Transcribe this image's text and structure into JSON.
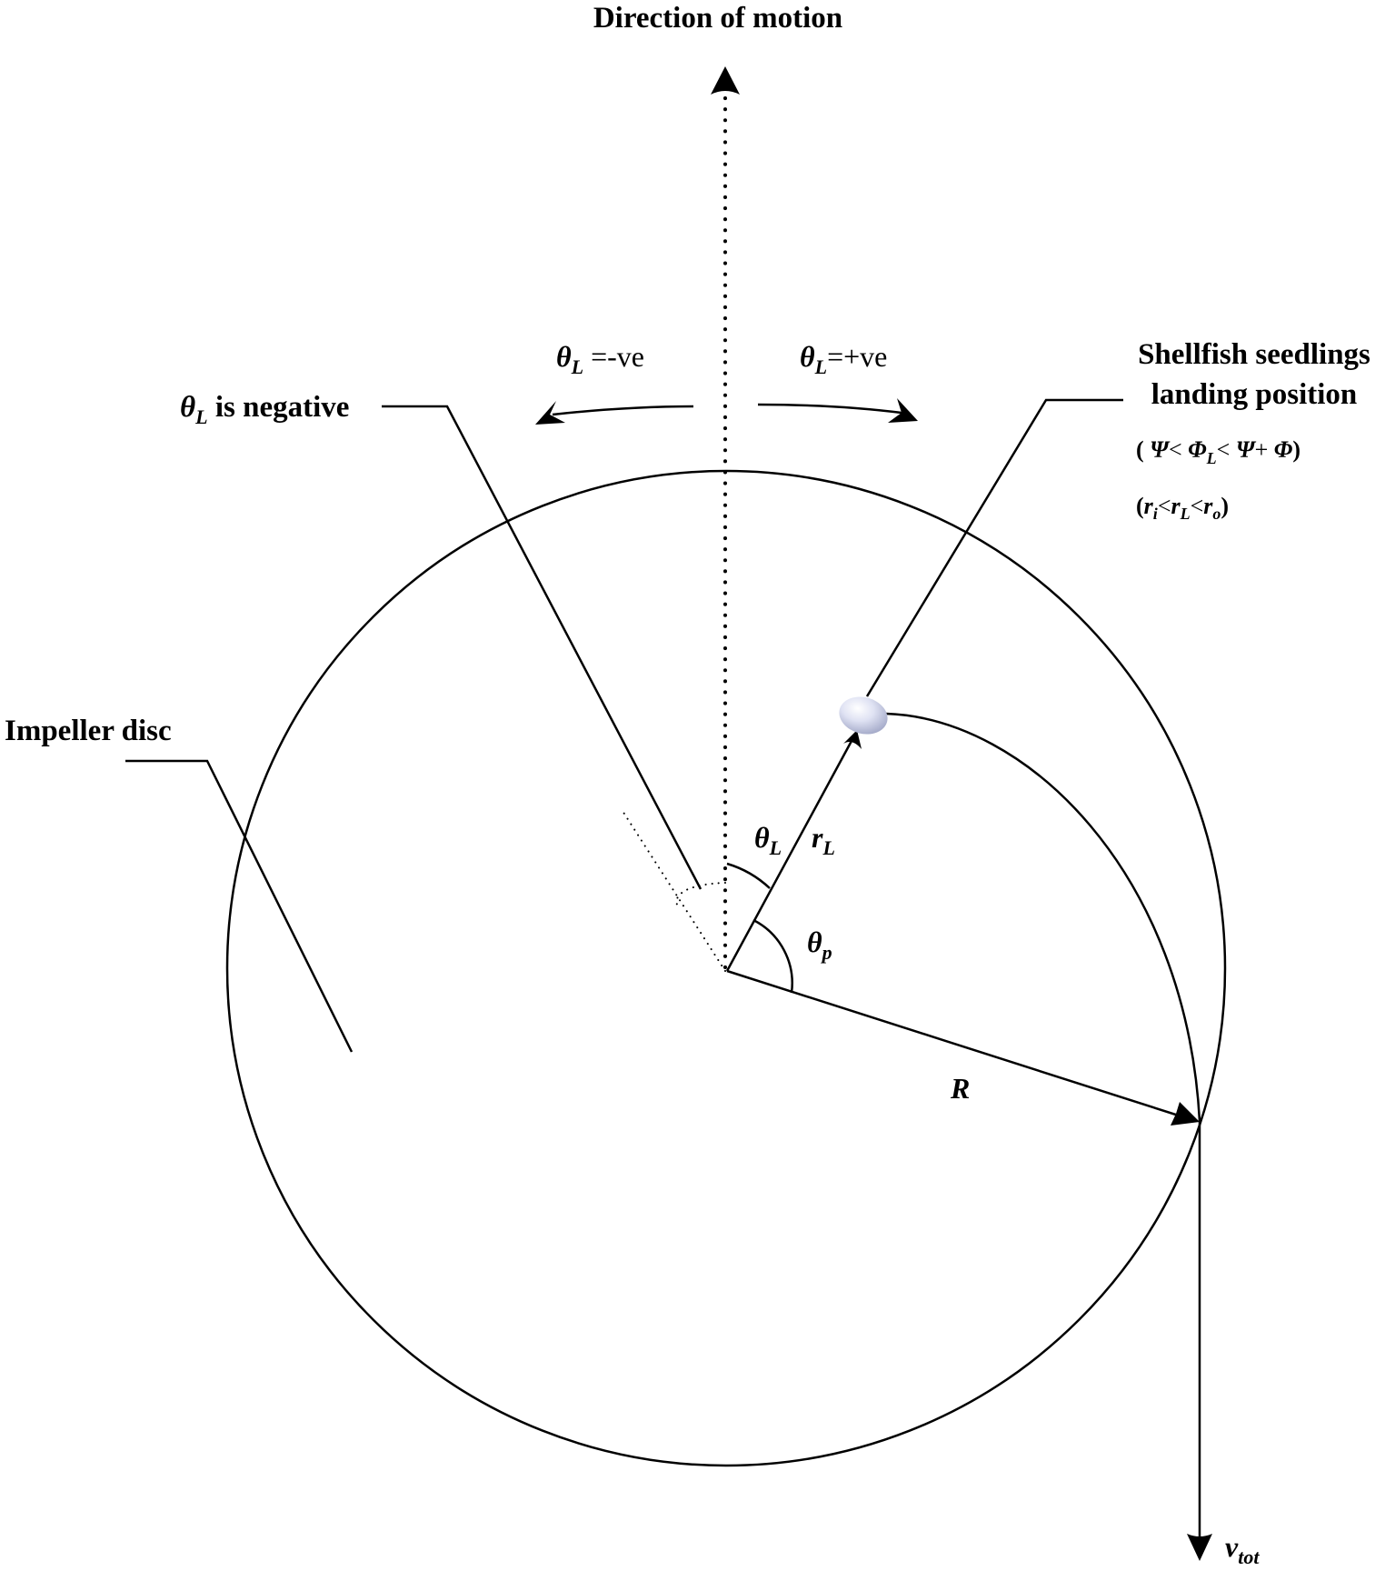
{
  "title": "Direction of motion",
  "labels": {
    "theta_neg": {
      "symbol": "θ",
      "sub": "L",
      "text": " =-ve"
    },
    "theta_pos": {
      "symbol": "θ",
      "sub": "L",
      "text": "=+ve"
    },
    "theta_is_negative": {
      "symbol": "θ",
      "sub": "L",
      "text": " is negative"
    },
    "impeller_disc": "Impeller disc",
    "shellfish_line1": "Shellfish seedlings",
    "shellfish_line2": "landing position",
    "condition_angle": {
      "open": "( ",
      "psi1": "Ψ",
      "lt1": "< ",
      "phi": "Φ",
      "phi_sub": "L",
      "lt2": "< ",
      "psi2": "Ψ",
      "plus": "+ ",
      "phi2": "Φ",
      "close": ")"
    },
    "condition_radius": {
      "open": "(",
      "r1": "r",
      "r1_sub": "i",
      "lt1": "<",
      "r2": "r",
      "r2_sub": "L",
      "lt2": "<",
      "r3": "r",
      "r3_sub": "o",
      "close": ")"
    },
    "theta_L": {
      "symbol": "θ",
      "sub": "L"
    },
    "r_L": {
      "symbol": "r",
      "sub": "L"
    },
    "theta_p": {
      "symbol": "θ",
      "sub": "p"
    },
    "R": "R",
    "v_tot": {
      "symbol": "v",
      "sub": "tot"
    }
  },
  "colors": {
    "stroke": "#000000",
    "shellfish_light": "#eef0fb",
    "shellfish_dark": "#9ea4c4"
  }
}
